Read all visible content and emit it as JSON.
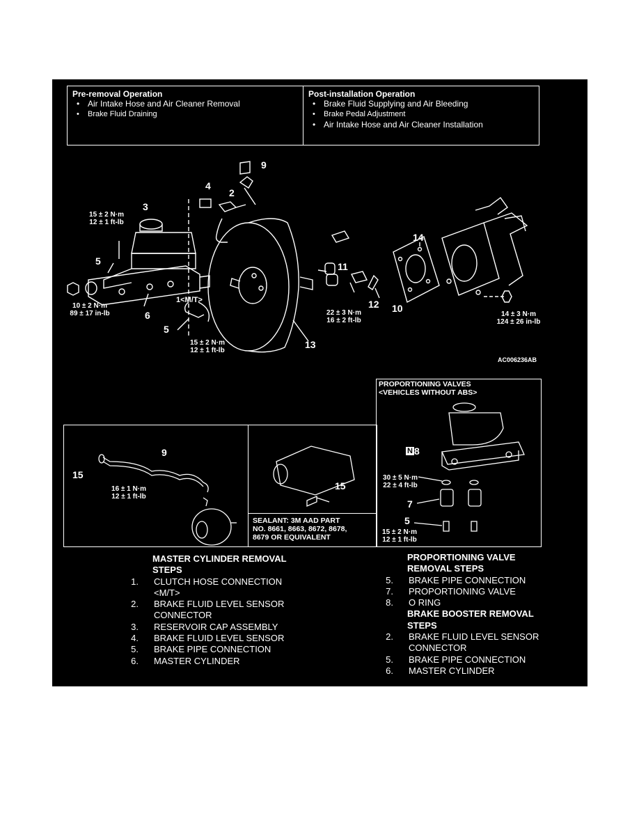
{
  "ops": {
    "pre_title": "Pre-removal Operation",
    "pre_items": [
      "Air Intake Hose and Air Cleaner Removal",
      "Brake Fluid Draining"
    ],
    "post_title": "Post-installation Operation",
    "post_items": [
      "Brake Fluid Supplying and Air Bleeding",
      "Brake Pedal Adjustment",
      "Air Intake Hose and Air Cleaner Installation"
    ]
  },
  "callouts": {
    "n1": "1<M/T>",
    "n2": "2",
    "n3": "3",
    "n4": "4",
    "n5a": "5",
    "n5b": "5",
    "n6": "6",
    "n9": "9",
    "n10": "10",
    "n11": "11",
    "n12": "12",
    "n13": "13",
    "n14": "14",
    "n15a": "15",
    "n9b": "9",
    "n15b": "15",
    "n8": "8",
    "n7": "7",
    "n5c": "5",
    "n8_prefix": "N"
  },
  "torques": {
    "t1a": "15 ± 2 N·m",
    "t1b": "12 ± 1 ft-lb",
    "t2a": "10 ± 2 N·m",
    "t2b": "89 ± 17 in-lb",
    "t3a": "15 ± 2 N·m",
    "t3b": "12 ± 1 ft-lb",
    "t4a": "22 ± 3 N·m",
    "t4b": "16 ± 2 ft-lb",
    "t5a": "14 ± 3 N·m",
    "t5b": "124 ± 26 in-lb",
    "t6a": "16 ± 1 N·m",
    "t6b": "12 ± 1 ft-lb",
    "t7a": "30 ± 5 N·m",
    "t7b": "22 ± 4 ft-lb",
    "t8a": "15 ± 2 N·m",
    "t8b": "12 ± 1 ft-lb"
  },
  "figure_id": "AC006236AB",
  "prop_box": {
    "title1": "PROPORTIONING VALVES",
    "title2": "<VEHICLES WITHOUT ABS>"
  },
  "sealant": {
    "line1": "SEALANT: 3M AAD PART",
    "line2": "NO. 8661, 8663, 8672, 8678,",
    "line3": "8679 OR EQUIVALENT"
  },
  "master_steps": {
    "heading1": "MASTER CYLINDER REMOVAL",
    "heading2": "STEPS",
    "items": [
      {
        "n": "1.",
        "t1": "CLUTCH HOSE CONNECTION",
        "t2": "<M/T>"
      },
      {
        "n": "2.",
        "t1": "BRAKE FLUID LEVEL SENSOR",
        "t2": "CONNECTOR"
      },
      {
        "n": "3.",
        "t1": "RESERVOIR CAP ASSEMBLY",
        "t2": ""
      },
      {
        "n": "4.",
        "t1": "BRAKE FLUID LEVEL SENSOR",
        "t2": ""
      },
      {
        "n": "5.",
        "t1": "BRAKE PIPE CONNECTION",
        "t2": ""
      },
      {
        "n": "6.",
        "t1": "MASTER CYLINDER",
        "t2": ""
      }
    ]
  },
  "prop_steps": {
    "heading1": "PROPORTIONING VALVE",
    "heading2": "REMOVAL STEPS",
    "items": [
      {
        "n": "5.",
        "t1": "BRAKE PIPE CONNECTION"
      },
      {
        "n": "7.",
        "t1": "PROPORTIONING VALVE"
      },
      {
        "n": "8.",
        "t1": "O RING"
      }
    ],
    "booster_heading1": "BRAKE BOOSTER REMOVAL",
    "booster_heading2": "STEPS",
    "booster_items": [
      {
        "n": "2.",
        "t1": "BRAKE FLUID LEVEL SENSOR",
        "t2": "CONNECTOR"
      },
      {
        "n": "5.",
        "t1": "BRAKE PIPE CONNECTION",
        "t2": ""
      },
      {
        "n": "6.",
        "t1": "MASTER CYLINDER",
        "t2": ""
      }
    ]
  }
}
